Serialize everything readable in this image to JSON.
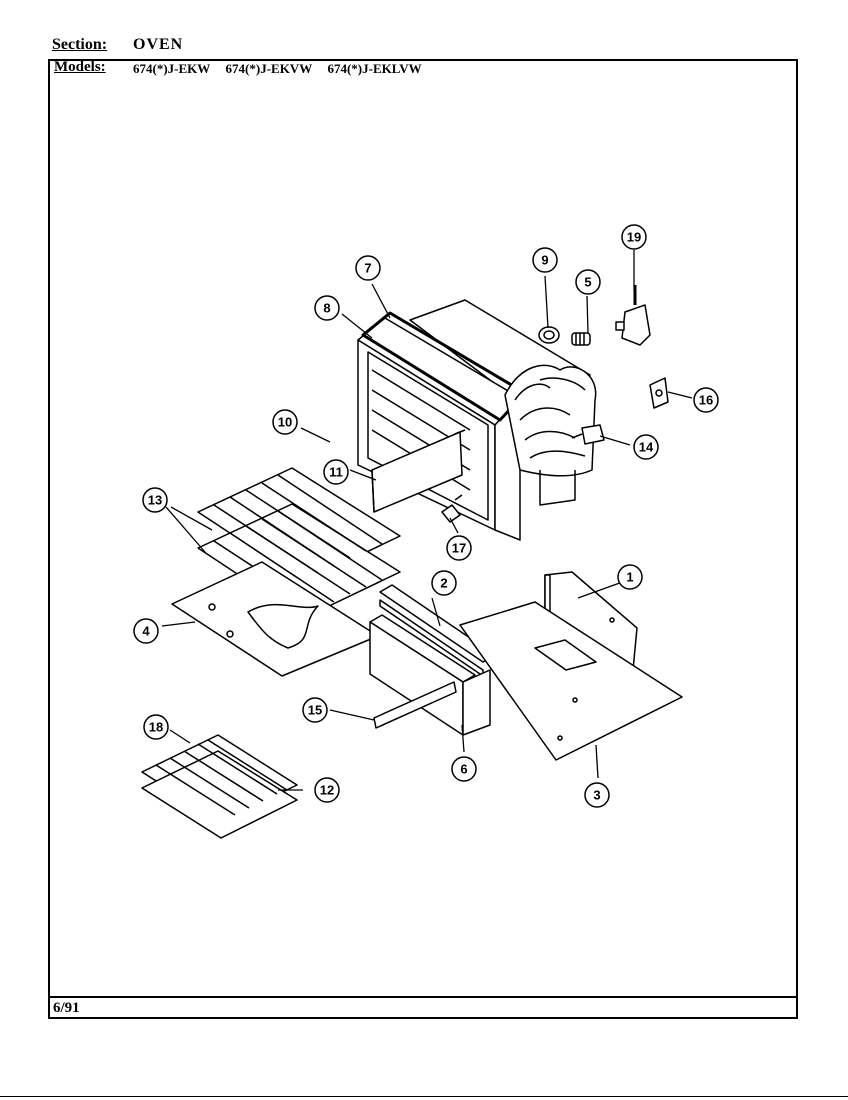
{
  "header": {
    "section_label": "Section:",
    "section_value": "OVEN",
    "models_label": "Models:",
    "models": [
      "674(*)J-EKW",
      "674(*)J-EKVW",
      "674(*)J-EKLVW"
    ]
  },
  "footer": {
    "date": "6/91"
  },
  "callouts": [
    {
      "id": "callout-1",
      "label": "1"
    },
    {
      "id": "callout-2",
      "label": "2"
    },
    {
      "id": "callout-3",
      "label": "3"
    },
    {
      "id": "callout-4",
      "label": "4"
    },
    {
      "id": "callout-5",
      "label": "5"
    },
    {
      "id": "callout-6",
      "label": "6"
    },
    {
      "id": "callout-7",
      "label": "7"
    },
    {
      "id": "callout-8",
      "label": "8"
    },
    {
      "id": "callout-9",
      "label": "9"
    },
    {
      "id": "callout-10",
      "label": "10"
    },
    {
      "id": "callout-11",
      "label": "11"
    },
    {
      "id": "callout-12",
      "label": "12"
    },
    {
      "id": "callout-13",
      "label": "13"
    },
    {
      "id": "callout-14",
      "label": "14"
    },
    {
      "id": "callout-15",
      "label": "15"
    },
    {
      "id": "callout-16",
      "label": "16"
    },
    {
      "id": "callout-17",
      "label": "17"
    },
    {
      "id": "callout-18",
      "label": "18"
    },
    {
      "id": "callout-19",
      "label": "19"
    }
  ]
}
